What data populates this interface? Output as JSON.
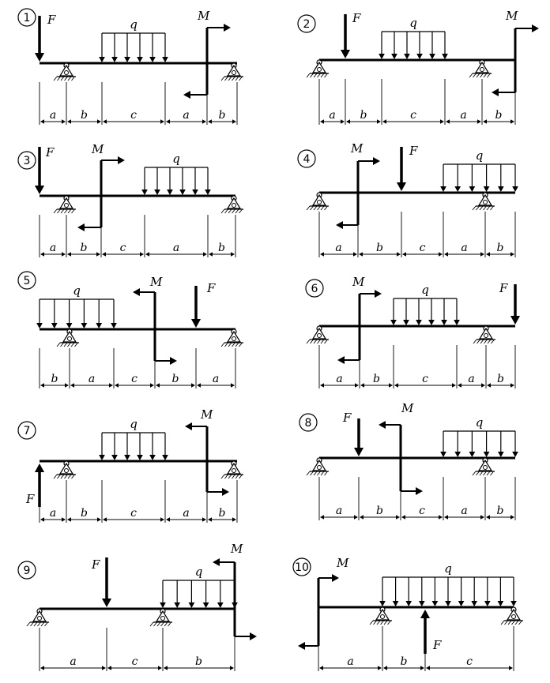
{
  "labels": {
    "force": "F",
    "moment": "M",
    "load": "q"
  },
  "schemes": [
    {
      "number": "1",
      "dims": [
        "a",
        "b",
        "c",
        "a",
        "b"
      ]
    },
    {
      "number": "2",
      "dims": [
        "a",
        "b",
        "c",
        "a",
        "b"
      ]
    },
    {
      "number": "3",
      "dims": [
        "a",
        "b",
        "c",
        "a",
        "b"
      ]
    },
    {
      "number": "4",
      "dims": [
        "a",
        "b",
        "c",
        "a",
        "b"
      ]
    },
    {
      "number": "5",
      "dims": [
        "b",
        "a",
        "c",
        "b",
        "a"
      ]
    },
    {
      "number": "6",
      "dims": [
        "a",
        "b",
        "c",
        "a",
        "b"
      ]
    },
    {
      "number": "7",
      "dims": [
        "a",
        "b",
        "c",
        "a",
        "b"
      ]
    },
    {
      "number": "8",
      "dims": [
        "a",
        "b",
        "c",
        "a",
        "b"
      ]
    },
    {
      "number": "9",
      "dims": [
        "a",
        "c",
        "b"
      ]
    },
    {
      "number": "10",
      "dims": [
        "a",
        "b",
        "c"
      ]
    }
  ],
  "colors": {
    "ink": "#000000",
    "background": "#ffffff"
  }
}
